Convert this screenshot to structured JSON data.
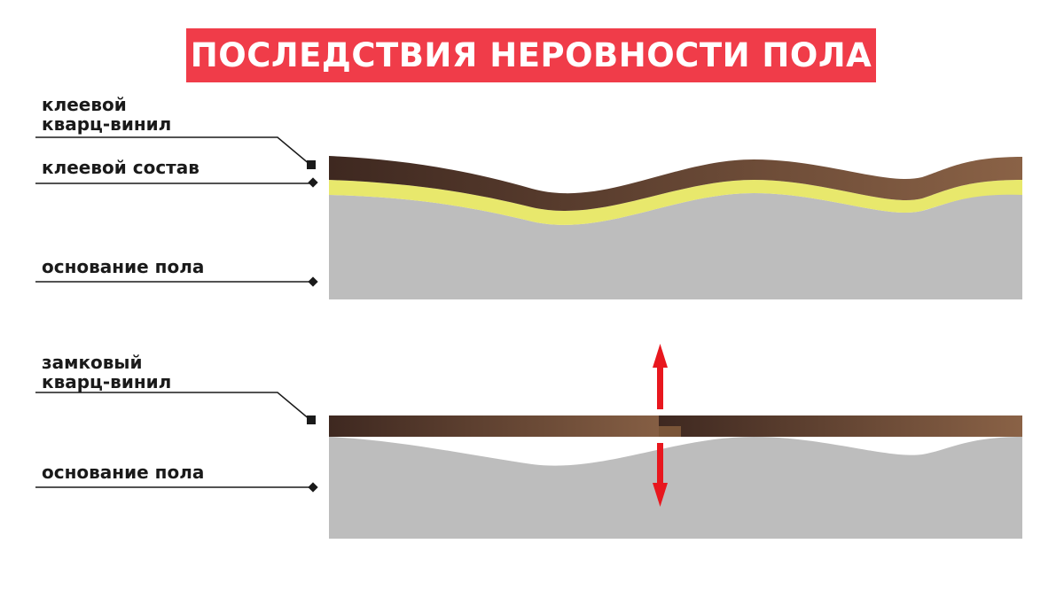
{
  "title": "ПОСЛЕДСТВИЯ НЕРОВНОСТИ ПОЛА",
  "colors": {
    "title_bg": "#f03c49",
    "vinyl_dark": "#3e2820",
    "vinyl_light": "#8a6246",
    "adhesive": "#e8e86c",
    "floor_base": "#bdbdbd",
    "arrow": "#e8171e",
    "leader_line": "#1a1a1a"
  },
  "glue_section": {
    "labels": {
      "vinyl_line1": "клеевой",
      "vinyl_line2": "кварц-винил",
      "adhesive": "клеевой состав",
      "base": "основание пола"
    }
  },
  "click_section": {
    "labels": {
      "vinyl_line1": "замковый",
      "vinyl_line2": "кварц-винил",
      "base": "основание пола"
    }
  }
}
